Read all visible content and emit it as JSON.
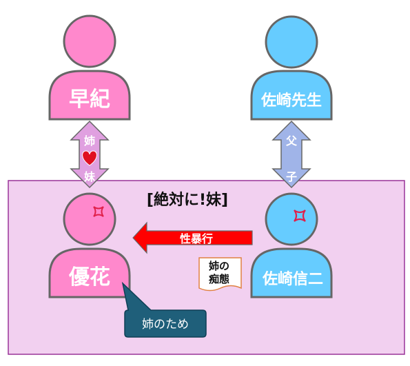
{
  "frame_label": "[絶対に!妹]",
  "people": {
    "saki": {
      "name": "早紀",
      "color": "#ff88cc"
    },
    "sensei": {
      "name": "佐崎先生",
      "color": "#66ccff"
    },
    "yuka": {
      "name": "優花",
      "color": "#ff88cc"
    },
    "shinji": {
      "name": "佐崎信二",
      "color": "#66ccff"
    }
  },
  "relations": {
    "sisters": {
      "top": "姉",
      "bottom": "妹",
      "color": "#e0a0e0"
    },
    "father_son": {
      "top": "父",
      "bottom": "子",
      "color": "#a0b4e8"
    },
    "assault": {
      "label": "性暴行",
      "color": "#ff0000"
    }
  },
  "notes": {
    "doc_note": {
      "line1": "姉の",
      "line2": "痴態"
    },
    "callout": {
      "text": "姉のため",
      "color": "#1f5f7a"
    }
  },
  "icons": {
    "heart": "heart-icon",
    "anger_yuka": "anger-mark-icon",
    "anger_shinji": "anger-mark-icon"
  },
  "colors": {
    "frame_fill": "#f2d0f0",
    "frame_stroke": "#993399"
  }
}
